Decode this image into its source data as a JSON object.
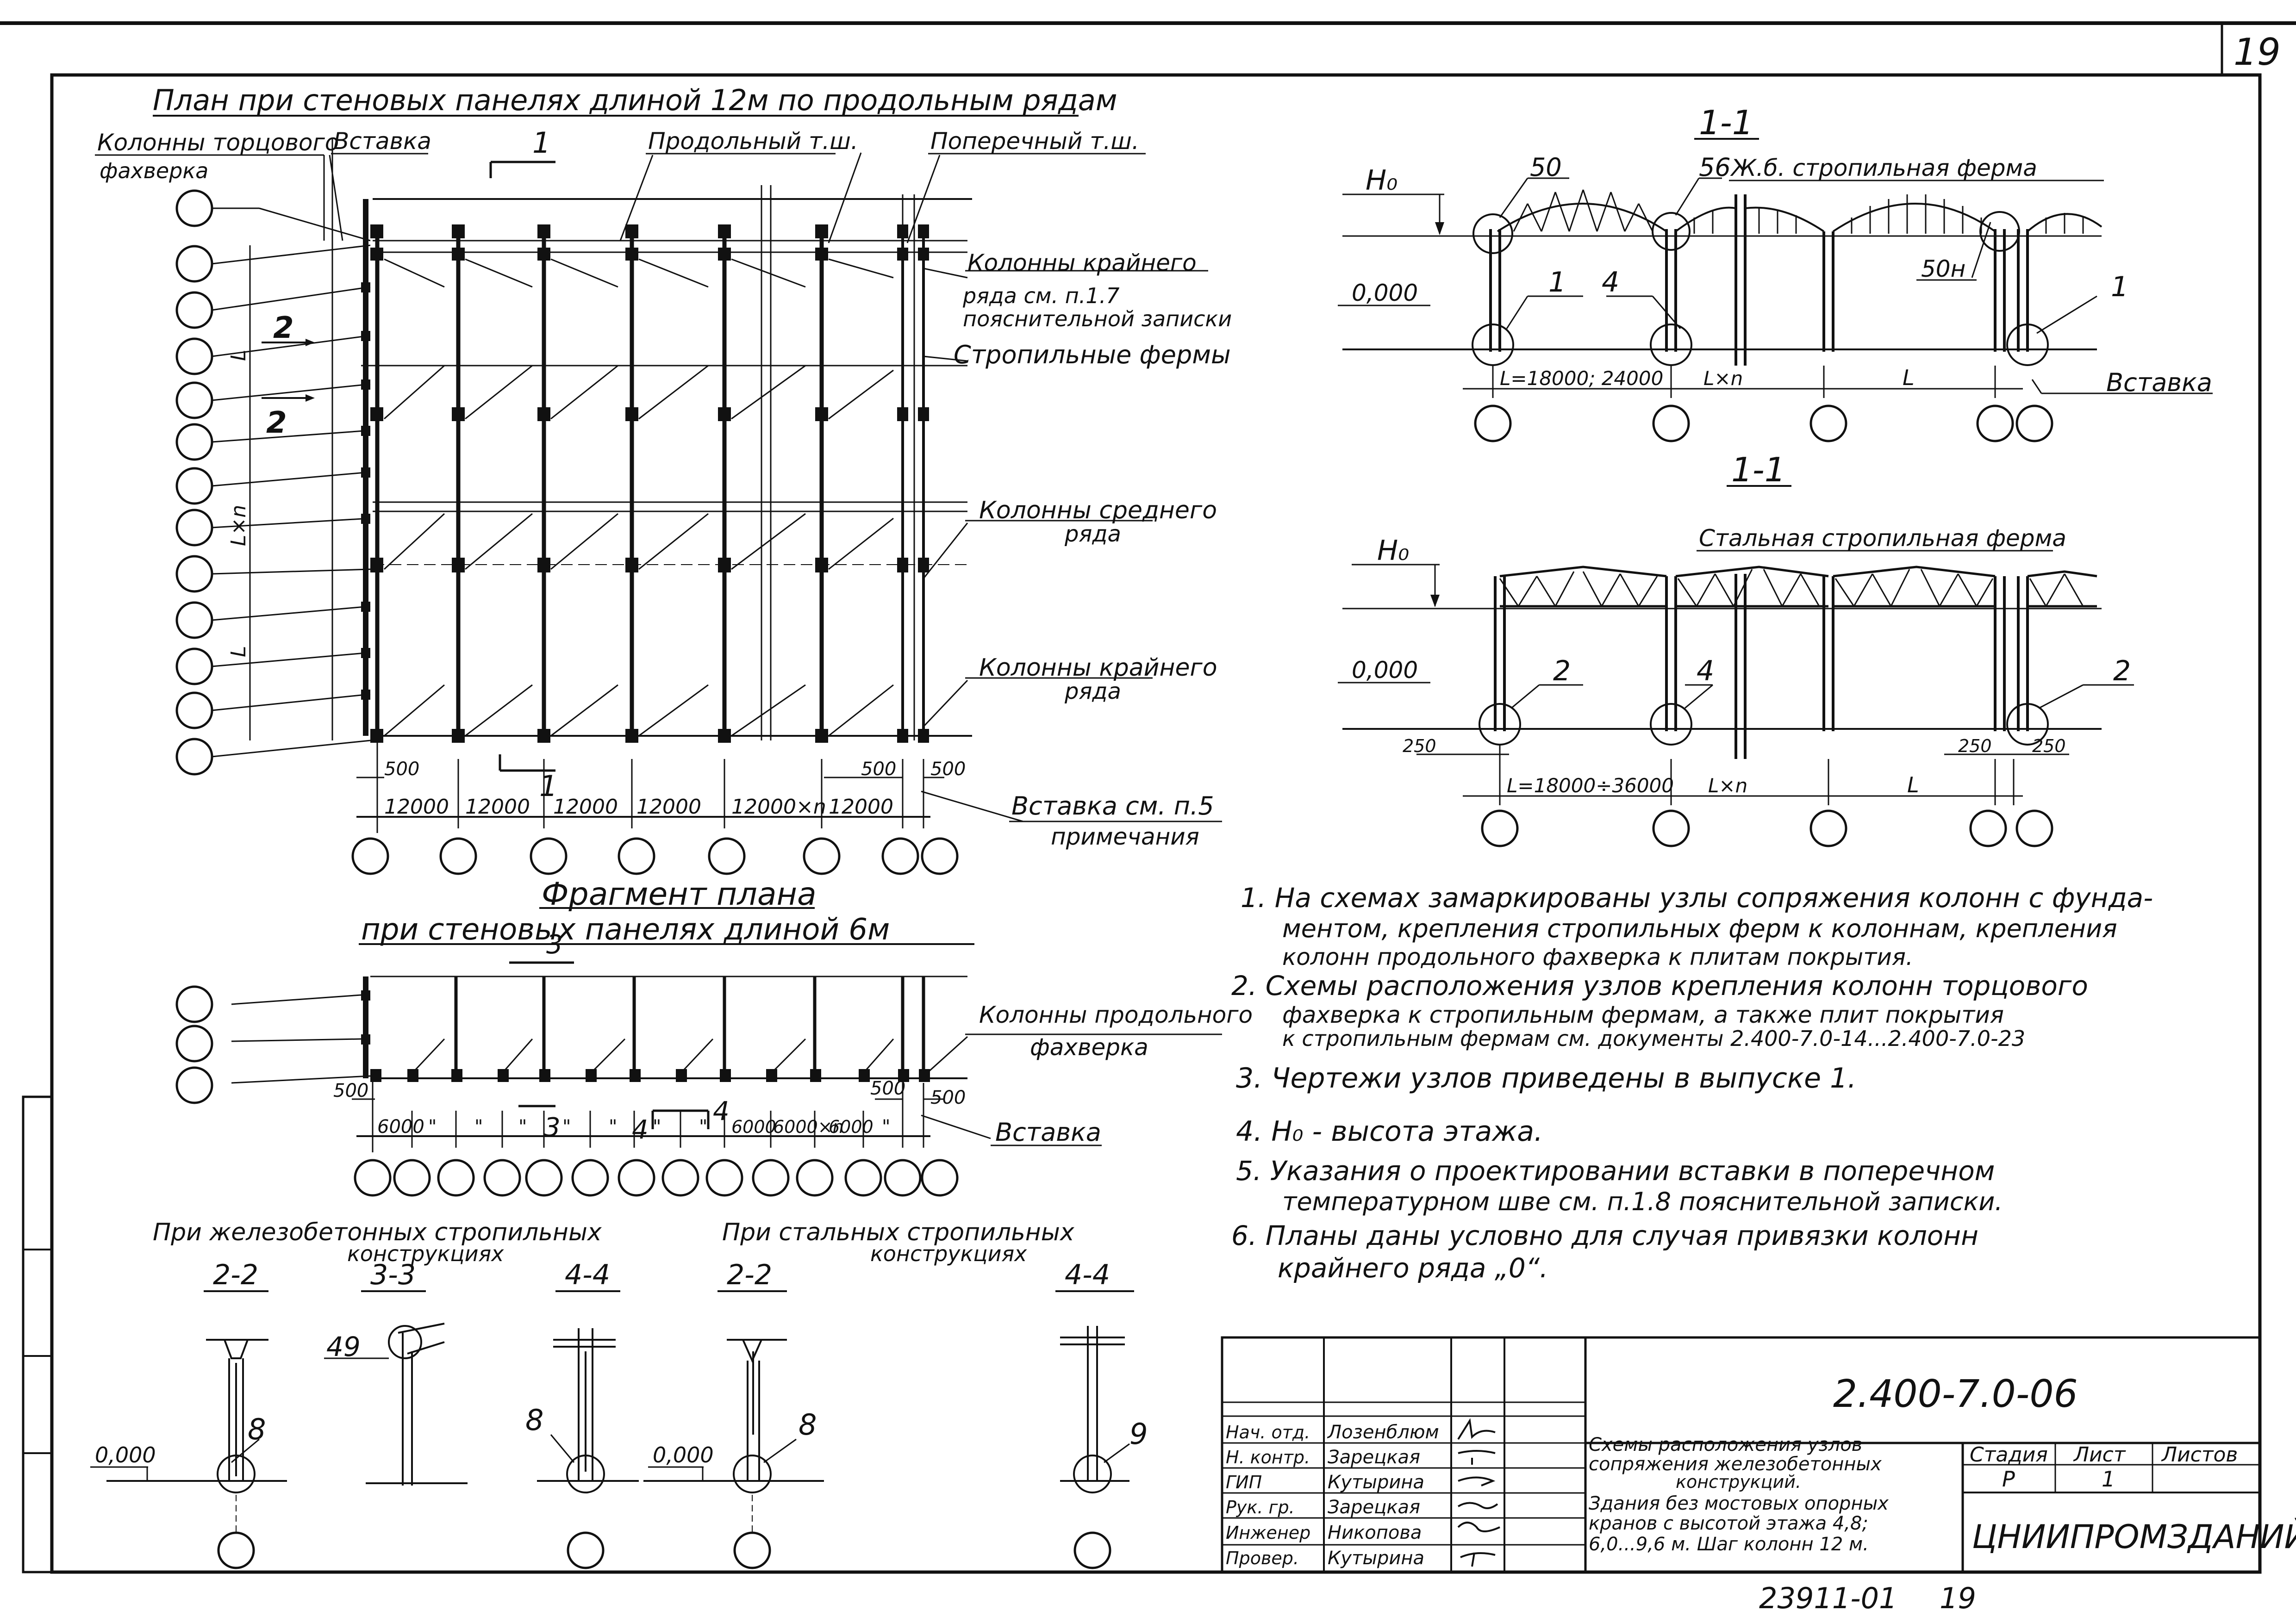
{
  "sheet": {
    "page_number": "19",
    "bottom_code": "23911-01",
    "bottom_page": "19"
  },
  "plan_12": {
    "title": "План при стеновых панелях длиной 12м по продольным рядам",
    "label_end_columns": "Колонны торцового",
    "label_end_columns_2": "фахверка",
    "label_insert": "Вставка",
    "label_long_joint": "Продольный т.ш.",
    "label_cross_joint": "Поперечный т.ш.",
    "label_edge_row_1": "Колонны крайнего",
    "label_edge_row_1b": "ряда см. п.1.7",
    "label_edge_row_1c": "пояснительной записки",
    "label_trusses": "Стропильные фермы",
    "label_middle_row": "Колонны среднего",
    "label_middle_row_2": "ряда",
    "label_edge_row_2": "Колонны крайнего",
    "label_edge_row_2b": "ряда",
    "label_insert_note": "Вставка см. п.5",
    "label_insert_note_2": "примечания",
    "section_mark_1": "1",
    "section_mark_2": "2",
    "dim_lxn": "L×n",
    "dim_l": "L",
    "dim_500_a": "500",
    "dim_500_b": "500",
    "dim_500_c": "500",
    "spans": [
      "12000",
      "12000",
      "12000",
      "12000",
      "12000×n",
      "12000"
    ]
  },
  "plan_6": {
    "title_1": "Фрагмент плана",
    "title_2": "при стеновых панелях длиной 6м",
    "section_mark_3": "3",
    "section_mark_4": "4",
    "label_long_columns": "Колонны продольного",
    "label_long_columns_2": "фахверка",
    "label_insert": "Вставка",
    "dim_500_a": "500",
    "dim_500_b": "500",
    "dim_500_c": "500",
    "spans": [
      "6000",
      "\"",
      "\"",
      "\"",
      "\"",
      "\"",
      "\"",
      "\"",
      "6000",
      "6000×n",
      "6000",
      "\""
    ]
  },
  "section_rc": {
    "title": "1-1",
    "label_truss": "Ж.б. стропильная ферма",
    "h0": "H₀",
    "zero": "0,000",
    "node_50": "50",
    "node_56": "56",
    "node_50n": "50н",
    "node_1a": "1",
    "node_4": "4",
    "node_1b": "1",
    "dim_l_first": "L=18000; 24000",
    "dim_lxn": "L×n",
    "dim_l": "L",
    "label_insert": "Вставка"
  },
  "section_steel": {
    "title": "1-1",
    "label_truss": "Стальная стропильная ферма",
    "h0": "H₀",
    "zero": "0,000",
    "node_2a": "2",
    "node_4": "4",
    "node_2b": "2",
    "dim_250_a": "250",
    "dim_250_b": "250",
    "dim_250_c": "250",
    "dim_l_first": "L=18000÷36000",
    "dim_lxn": "L×n",
    "dim_l": "L"
  },
  "notes": [
    "1. На схемах замаркированы узлы сопряжения колонн с фунда-",
    "ментом, крепления стропильных ферм к колоннам, крепления",
    "колонн продольного фахверка к плитам покрытия.",
    "2. Схемы расположения узлов крепления колонн торцового",
    "фахверка к стропильным фермам, а также плит покрытия",
    "к стропильным фермам см. документы 2.400-7.0-14...2.400-7.0-23",
    "3. Чертежи узлов приведены в выпуске 1.",
    "4. H₀ - высота этажа.",
    "5. Указания о проектировании вставки в поперечном",
    "температурном шве см. п.1.8 пояснительной записки.",
    "6. Планы даны условно для случая привязки колонн",
    "крайнего ряда „0“."
  ],
  "small_sections": {
    "caption_rc": "При железобетонных стропильных",
    "caption_rc_2": "конструкциях",
    "caption_steel": "При стальных стропильных",
    "caption_steel_2": "конструкциях",
    "s22_a": "2-2",
    "s33": "3-3",
    "s44_a": "4-4",
    "s22_b": "2-2",
    "s44_b": "4-4",
    "zero_a": "0,000",
    "zero_b": "0,000",
    "node_8a": "8",
    "node_49": "49",
    "node_8b": "8",
    "node_8c": "8",
    "node_9": "9"
  },
  "title_block": {
    "code": "2.400-7.0-06",
    "roles": [
      "Нач. отд.",
      "Н. контр.",
      "ГИП",
      "Рук. гр.",
      "Инженер",
      "Провер."
    ],
    "names": [
      "Лозенблюм",
      "Зарецкая",
      "Кутырина",
      "Зарецкая",
      "Никопова",
      "Кутырина"
    ],
    "description": [
      "Схемы расположения узлов",
      "сопряжения железобетонных",
      "конструкций.",
      "Здания без мостовых опорных",
      "кранов с высотой этажа 4,8;",
      "6,0...9,6 м. Шаг колонн 12 м."
    ],
    "stage_label": "Стадия",
    "sheet_label": "Лист",
    "sheets_label": "Листов",
    "stage_value": "Р",
    "sheet_value": "1",
    "org": "ЦНИИПРОМЗДАНИЙ"
  }
}
